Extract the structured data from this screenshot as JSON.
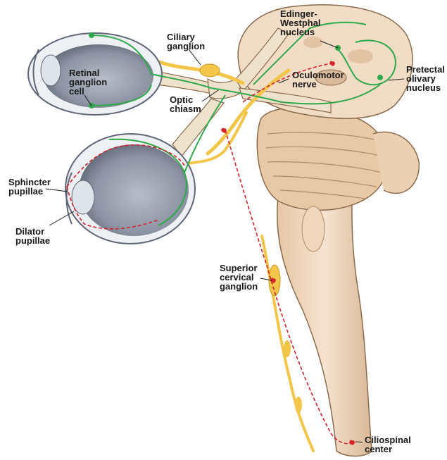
{
  "labels": {
    "ciliary_ganglion": [
      "Ciliary",
      "ganglion"
    ],
    "edinger_westphal": [
      "Edinger-",
      "Westphal",
      "nucleus"
    ],
    "retinal_ganglion_cell": [
      "Retinal",
      "ganglion",
      "cell"
    ],
    "oculomotor_nerve": [
      "Oculomotor",
      "nerve"
    ],
    "pretectal_olivary": [
      "Pretectal",
      "olivary",
      "nucleus"
    ],
    "optic_chiasm": [
      "Optic",
      "chiasm"
    ],
    "sphincter_pupillae": [
      "Sphincter",
      "pupillae"
    ],
    "dilator_pupillae": [
      "Dilator",
      "pupillae"
    ],
    "superior_cervical_ganglion": [
      "Superior",
      "cervical",
      "ganglion"
    ],
    "ciliospinal_center": [
      "Ciliospinal",
      "center"
    ]
  },
  "colors": {
    "brain": "#f1dcc6",
    "brain_shade": "#d9b999",
    "outline": "#8a6a4a",
    "optic_tract": "#efe2cc",
    "green_pathway": "#2fa84a",
    "red_pathway": "#d4222a",
    "nerve_yellow": "#f3c64a",
    "eye_white": "#eef0f4",
    "eye_inner": "#8c93a3"
  }
}
